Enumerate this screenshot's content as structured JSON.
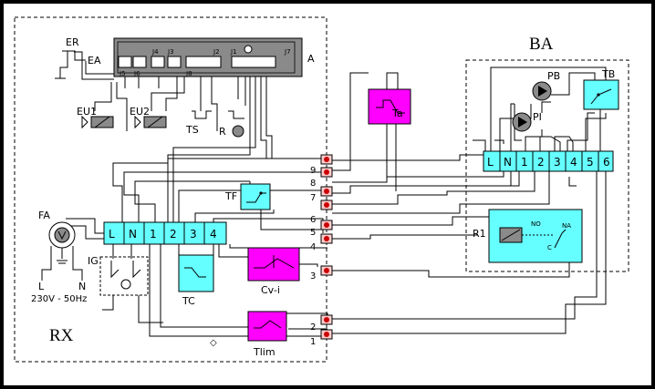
{
  "labels": {
    "rx": "RX",
    "ba": "BA",
    "er": "ER",
    "ea": "EA",
    "a": "A",
    "eu1": "EU1",
    "eu2": "EU2",
    "ts": "TS",
    "r": "R",
    "fa": "FA",
    "ig": "IG",
    "tc": "TC",
    "tf": "TF",
    "cvi": "Cv-i",
    "tlim": "Tlim",
    "ta": "Ta",
    "pb": "PB",
    "pi": "PI",
    "tb": "TB",
    "r1": "R1",
    "no": "NO",
    "na": "NA",
    "c": "C",
    "power": "230V - 50Hz",
    "l": "L",
    "n": "N"
  },
  "rx_terminals": [
    "L",
    "N",
    "1",
    "2",
    "3",
    "4"
  ],
  "ba_terminals": [
    "L",
    "N",
    "1",
    "2",
    "3",
    "4",
    "5",
    "6"
  ],
  "connector_numbers": [
    "9",
    "8",
    "7",
    "6",
    "5",
    "4",
    "3",
    "2",
    "1"
  ],
  "board_codes": [
    "J5",
    "J6",
    "J4",
    "J3",
    "J1",
    "J2",
    "J7",
    "J8"
  ],
  "colors": {
    "background": "#ffffff",
    "cyan": "#66ffff",
    "magenta": "#ff00ff",
    "connector_red": "#cc0000",
    "board_gray": "#8a8a8a"
  }
}
